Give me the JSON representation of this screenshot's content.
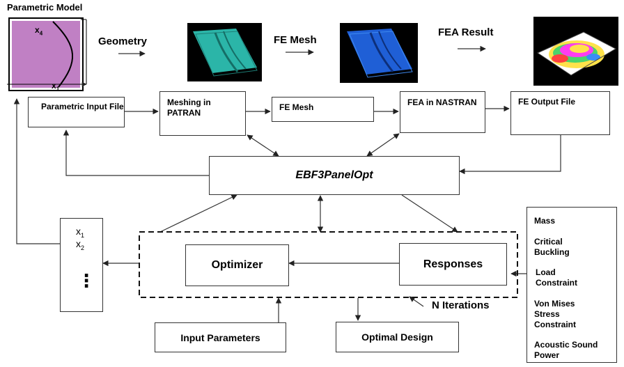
{
  "parametric_model": {
    "title": "Parametric Model",
    "x4_var": "x",
    "x4_sub": "4",
    "x1_var": "x",
    "x1_sub": "1",
    "fill_color": "#c080c4"
  },
  "top_labels": {
    "geometry": "Geometry",
    "fe_mesh": "FE Mesh",
    "fea_result": "FEA Result"
  },
  "process_boxes": {
    "parametric_input": "Parametric Input File",
    "meshing_patran": "Meshing in PATRAN",
    "fe_mesh": "FE Mesh",
    "fea_nastran": "FEA in NASTRAN",
    "fe_output": "FE Output File"
  },
  "center": {
    "ebf3": "EBF3PanelOpt"
  },
  "variables": {
    "x_var": "x",
    "sub1": "1",
    "sub2": "2",
    "ellipsis": "⋮"
  },
  "optimization": {
    "optimizer": "Optimizer",
    "responses": "Responses",
    "n_iterations": "N Iterations"
  },
  "bottom_boxes": {
    "input_parameters": "Input Parameters",
    "optimal_design": "Optimal Design"
  },
  "responses_list": [
    "Mass",
    "Critical Buckling",
    "Load Constraint",
    "Von Mises Stress Constraint",
    "Acoustic Sound Power"
  ],
  "colors": {
    "geometry_teal": "#2bb5a8",
    "mesh_blue": "#1f5fd6",
    "image_bg": "#000000"
  }
}
